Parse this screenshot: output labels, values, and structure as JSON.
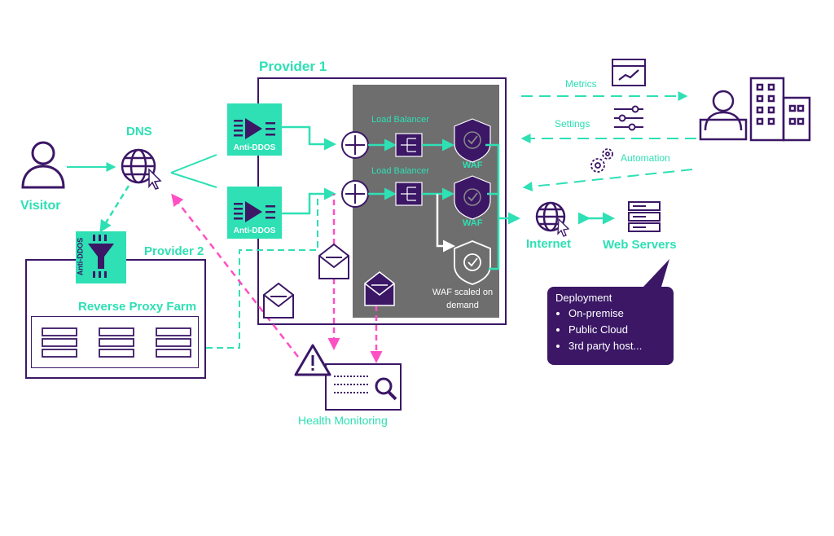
{
  "labels": {
    "provider1": "Provider 1",
    "provider2": "Provider 2",
    "dns": "DNS",
    "visitor": "Visitor",
    "anti_ddos_1": "Anti-DDOS",
    "anti_ddos_2": "Anti-DDOS",
    "anti_ddos_vertical": "Anti-DDOS",
    "load_balancer_1": "Load Balancer",
    "load_balancer_2": "Load Balancer",
    "waf_1": "WAF",
    "waf_2": "WAF",
    "waf_scaled": "WAF scaled on demand",
    "metrics": "Metrics",
    "settings": "Settings",
    "automation": "Automation",
    "internet": "Internet",
    "web_servers": "Web Servers",
    "reverse_proxy_farm": "Reverse Proxy Farm",
    "health_monitoring": "Health Monitoring"
  },
  "callout": {
    "title": "Deployment",
    "items": [
      "On-premise",
      "Public Cloud",
      "3rd party host..."
    ]
  },
  "colors": {
    "teal": "#2ee0b4",
    "purple": "#3b1766",
    "magenta": "#ff4fc4",
    "panel_grey": "#6e6e6e"
  }
}
